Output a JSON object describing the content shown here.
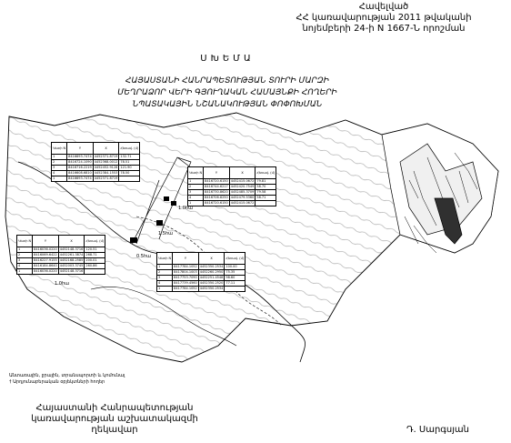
{
  "header": {
    "line1": "Հավելված",
    "line2": "ՀՀ կառավարության 2011 թվականի",
    "line3": "նոյեմբերի 24-ի N 1667-Ն որոշման"
  },
  "title": {
    "scheme": "ՍԽԵՄԱ",
    "line1": "ՀԱՅԱՍՏԱՆԻ ՀԱՆՐԱՊԵՏՈՒԹՅԱՆ ՏՈՒՐԻ ՄԱՐԶԻ",
    "line2": "ՄԵՂՐԱՁՈՐ ՎԵՐԻ ԳՅՈՒՂԱԿԱՆ ՀԱՄԱՅՆՔԻ ՀՈՂԵՐԻ",
    "line3": "ՆՊԱՏԱԿԱՅԻՆ ՆՇԱՆԱԿՈՒԹՅԱՆ ՓՈՓՈԽՄԱՆ"
  },
  "tables": {
    "headers": [
      "Կետի N",
      "Y",
      "X",
      "Հեռավ. (մ)"
    ],
    "t1": {
      "rows": [
        [
          "1",
          "8416693.7474",
          "4452371.8719",
          ""
        ],
        [
          "",
          "",
          "",
          "132.71"
        ],
        [
          "2",
          "8416724.1090",
          "4452368.0012",
          ""
        ],
        [
          "",
          "",
          "",
          "78.51"
        ],
        [
          "3",
          "8416716.2219",
          "4452452.9128",
          ""
        ],
        [
          "",
          "",
          "",
          "121.90"
        ],
        [
          "4",
          "8416608.6810",
          "4452384.1553",
          ""
        ],
        [
          "",
          "",
          "",
          "78.50"
        ],
        [
          "1",
          "8416693.7474",
          "4452371.8719",
          ""
        ]
      ]
    },
    "t2": {
      "rows": [
        [
          "1",
          "8416720.6150",
          "4452415.0672",
          ""
        ],
        [
          "",
          "",
          "",
          "79.81"
        ],
        [
          "2",
          "8416744.6217",
          "4452420.7549",
          ""
        ],
        [
          "",
          "",
          "",
          "58.70"
        ],
        [
          "3",
          "8416730.8620",
          "4452485.3709",
          ""
        ],
        [
          "",
          "",
          "",
          "79.58"
        ],
        [
          "4",
          "8416706.8250",
          "4452479.5360",
          ""
        ],
        [
          "",
          "",
          "",
          "58.71"
        ],
        [
          "1",
          "8416720.6150",
          "4452415.0672",
          ""
        ]
      ]
    },
    "t3": {
      "rows": [
        [
          "1",
          "8416036.0220",
          "4452148.3716",
          ""
        ],
        [
          "",
          "",
          "",
          "120.51"
        ],
        [
          "2",
          "8416069.6422",
          "4452261.3874",
          ""
        ],
        [
          "",
          "",
          "",
          "268.71"
        ],
        [
          "3",
          "8416227.9155",
          "4452168.2585",
          ""
        ],
        [
          "",
          "",
          "",
          "200.01"
        ],
        [
          "4",
          "8416184.8640",
          "4452003.3745",
          ""
        ],
        [
          "",
          "",
          "",
          "260.86"
        ],
        [
          "1",
          "8416036.0220",
          "4452148.3716",
          ""
        ]
      ]
    },
    "t4": {
      "rows": [
        [
          "1",
          "8417784.1052",
          "4452350.2534",
          ""
        ],
        [
          "",
          "",
          "",
          "100.00"
        ],
        [
          "2",
          "8417804.1003",
          "4452260.2950",
          ""
        ],
        [
          "",
          "",
          "",
          "75.35"
        ],
        [
          "3",
          "8417753.7090",
          "4452251.4548",
          ""
        ],
        [
          "",
          "",
          "",
          "98.60"
        ],
        [
          "4",
          "8417739.4560",
          "4452350.2520",
          ""
        ],
        [
          "",
          "",
          "",
          "77.11"
        ],
        [
          "1",
          "8417784.1052",
          "4452350.2534",
          ""
        ]
      ]
    }
  },
  "map_labels": {
    "area1": "0.5հա",
    "area2": "1.0հա",
    "area3": "1.5հա",
    "area4": "1.0հա"
  },
  "legend": {
    "line1": "Անտառային, ջրային, տրանսպորտի և կոմունալ",
    "line2": "† Արդյունաբերական օբյեկտների հողեր"
  },
  "footer": {
    "left1": "Հայաստանի Հանրապետության",
    "left2": "կառավարության աշխատակազմի",
    "left3": "ղեկավար",
    "right": "Դ. Սարգսյան"
  }
}
